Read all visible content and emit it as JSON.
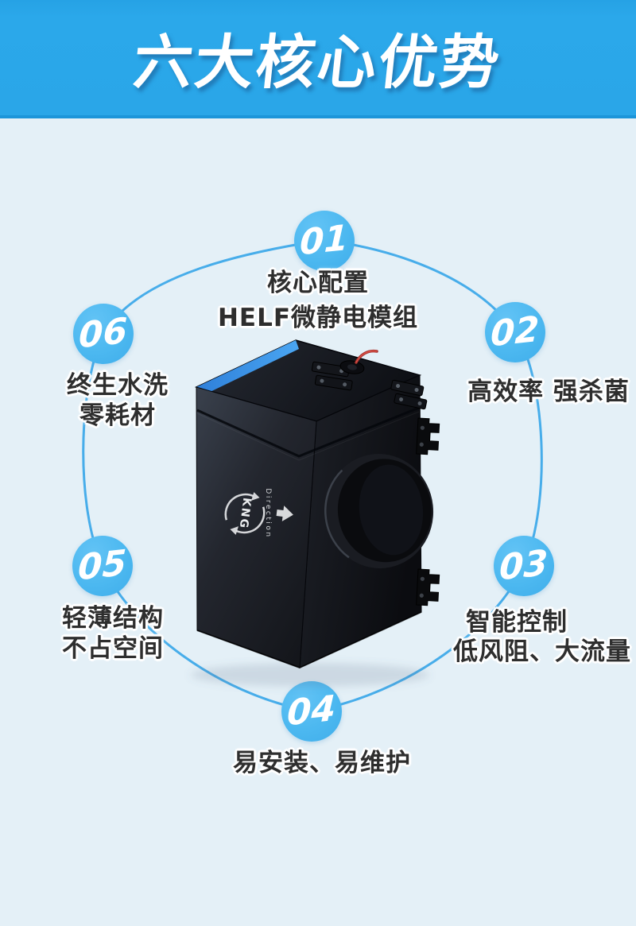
{
  "banner": {
    "title": "六大核心优势",
    "bg_color": "#2AA6E8",
    "text_color": "#FFFFFF"
  },
  "page": {
    "bg_color": "#E4F0F7"
  },
  "diagram": {
    "loop_color": "#3EA9E9",
    "badge_color": "#4CB8F0",
    "label_color": "#2E2E2E",
    "advantages": [
      {
        "num": "01",
        "lines": [
          "核心配置",
          "HELF微静电模组"
        ]
      },
      {
        "num": "02",
        "lines": [
          "高效率 强杀菌"
        ]
      },
      {
        "num": "03",
        "lines": [
          "智能控制",
          "低风阻、大流量"
        ]
      },
      {
        "num": "04",
        "lines": [
          "易安装、易维护"
        ]
      },
      {
        "num": "05",
        "lines": [
          "轻薄结构",
          "不占空间"
        ]
      },
      {
        "num": "06",
        "lines": [
          "终生水洗",
          "零耗材"
        ]
      }
    ]
  },
  "product": {
    "logo": "KNG",
    "direction": "Direction",
    "body_color": "#14161B",
    "edge_strip_color": "#2E7FD9"
  }
}
